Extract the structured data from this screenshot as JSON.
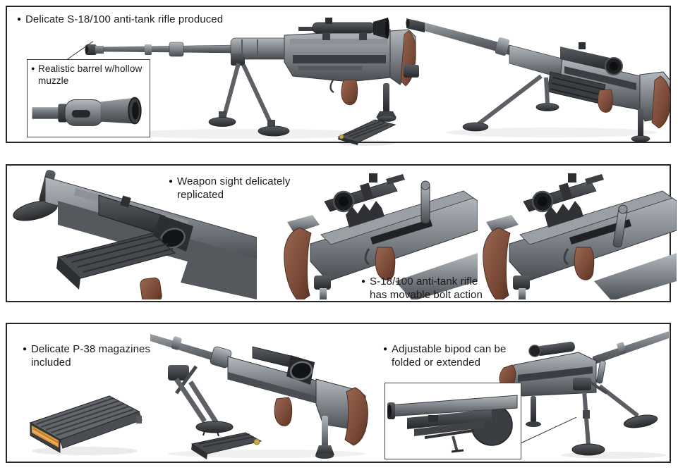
{
  "meta": {
    "bullet_glyph": "●"
  },
  "colors": {
    "background": "#ffffff",
    "panel_border": "#262626",
    "callout_box_border": "#3f3f3f",
    "text": "#1b1b1b",
    "metal_light": "#b4b9be",
    "metal_mid": "#7e848a",
    "metal_dark": "#484c51",
    "gun_black": "#26282b",
    "wood_brown": "#7a4a38",
    "cartridge_orange": "#e09b42",
    "cartridge_brass": "#c9a84c"
  },
  "panel_top": {
    "callout_rifle": "Delicate S-18/100 anti-tank rifle produced",
    "callout_muzzle": "Realistic barrel w/hollow muzzle"
  },
  "panel_middle": {
    "callout_sight": "Weapon sight delicately replicated",
    "callout_bolt": "S-18/100 anti-tank rifle has movable bolt action"
  },
  "panel_bottom": {
    "callout_magazines": "Delicate P-38 magazines included",
    "callout_bipod": "Adjustable bipod can be folded or extended"
  }
}
